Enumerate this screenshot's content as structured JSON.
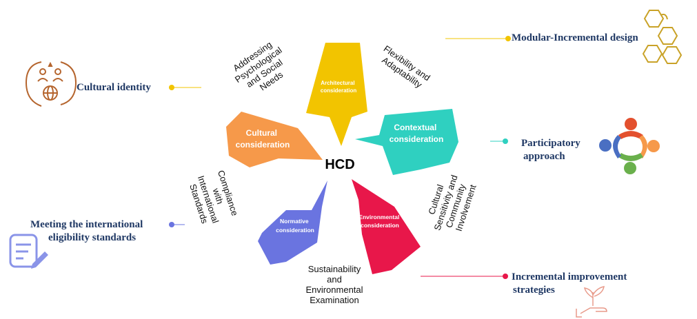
{
  "center": {
    "label": "HCD"
  },
  "petals": {
    "architectural": {
      "line1": "Architectural",
      "line2": "consideration",
      "color": "#f2c400"
    },
    "contextual": {
      "line1": "Contextual",
      "line2": "consideration",
      "color": "#2fd0c0"
    },
    "environmental": {
      "line1": "Environmental",
      "line2": "consideration",
      "color": "#e8174a"
    },
    "normative": {
      "line1": "Normative",
      "line2": "consideration",
      "color": "#6a74e0"
    },
    "cultural": {
      "line1": "Cultural",
      "line2": "consideration",
      "color": "#f6994a"
    }
  },
  "between_labels": {
    "psych": [
      "Addressing",
      "Psychological",
      "and Social",
      "Needs"
    ],
    "flex": [
      "Flexibility and",
      "Adaptability"
    ],
    "sensitivity": [
      "Cultural",
      "Sensitivity and",
      "Community",
      "Involvement"
    ],
    "sustain": [
      "Sustainability",
      "and",
      "Environmental",
      "Examination"
    ],
    "compliance": [
      "Compliance",
      "with",
      "International",
      "Standards"
    ]
  },
  "outer_labels": {
    "modular": "Modular-Incremental design",
    "participatory": [
      "Participatory",
      "approach"
    ],
    "incremental": [
      "Incremental improvement",
      "strategies"
    ],
    "cultural_identity": "Cultural identity",
    "meeting": [
      "Meeting the  international",
      "eligibility standards"
    ]
  },
  "connector_colors": {
    "modular": "#f2c400",
    "participatory": "#2fd0c0",
    "incremental": "#e8174a",
    "cultural_identity": "#f2c400",
    "meeting": "#6a74e0"
  },
  "icons": [
    "hexagons-icon",
    "people-circle-icon",
    "plant-hand-icon",
    "globe-people-icon",
    "document-edit-icon"
  ]
}
